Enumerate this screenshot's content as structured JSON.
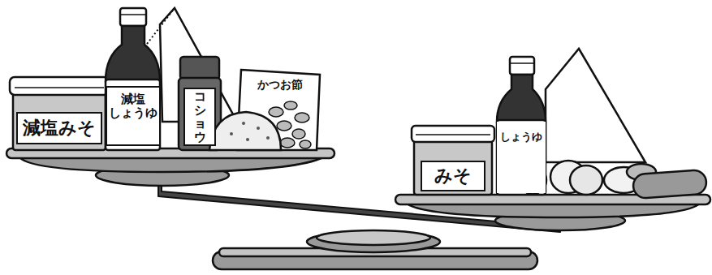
{
  "diagram": {
    "nodes": [
      {
        "text": [
          "減塩みそ"
        ]
      },
      {
        "text": [
          "減塩 しょうゆ"
        ]
      },
      {
        "text": [
          "コショウ"
        ]
      },
      {
        "text": [
          "かつお節"
        ]
      },
      {
        "text": [
          "みそ"
        ]
      },
      {
        "text": [
          "しょうゆ"
        ]
      }
    ]
  }
}
